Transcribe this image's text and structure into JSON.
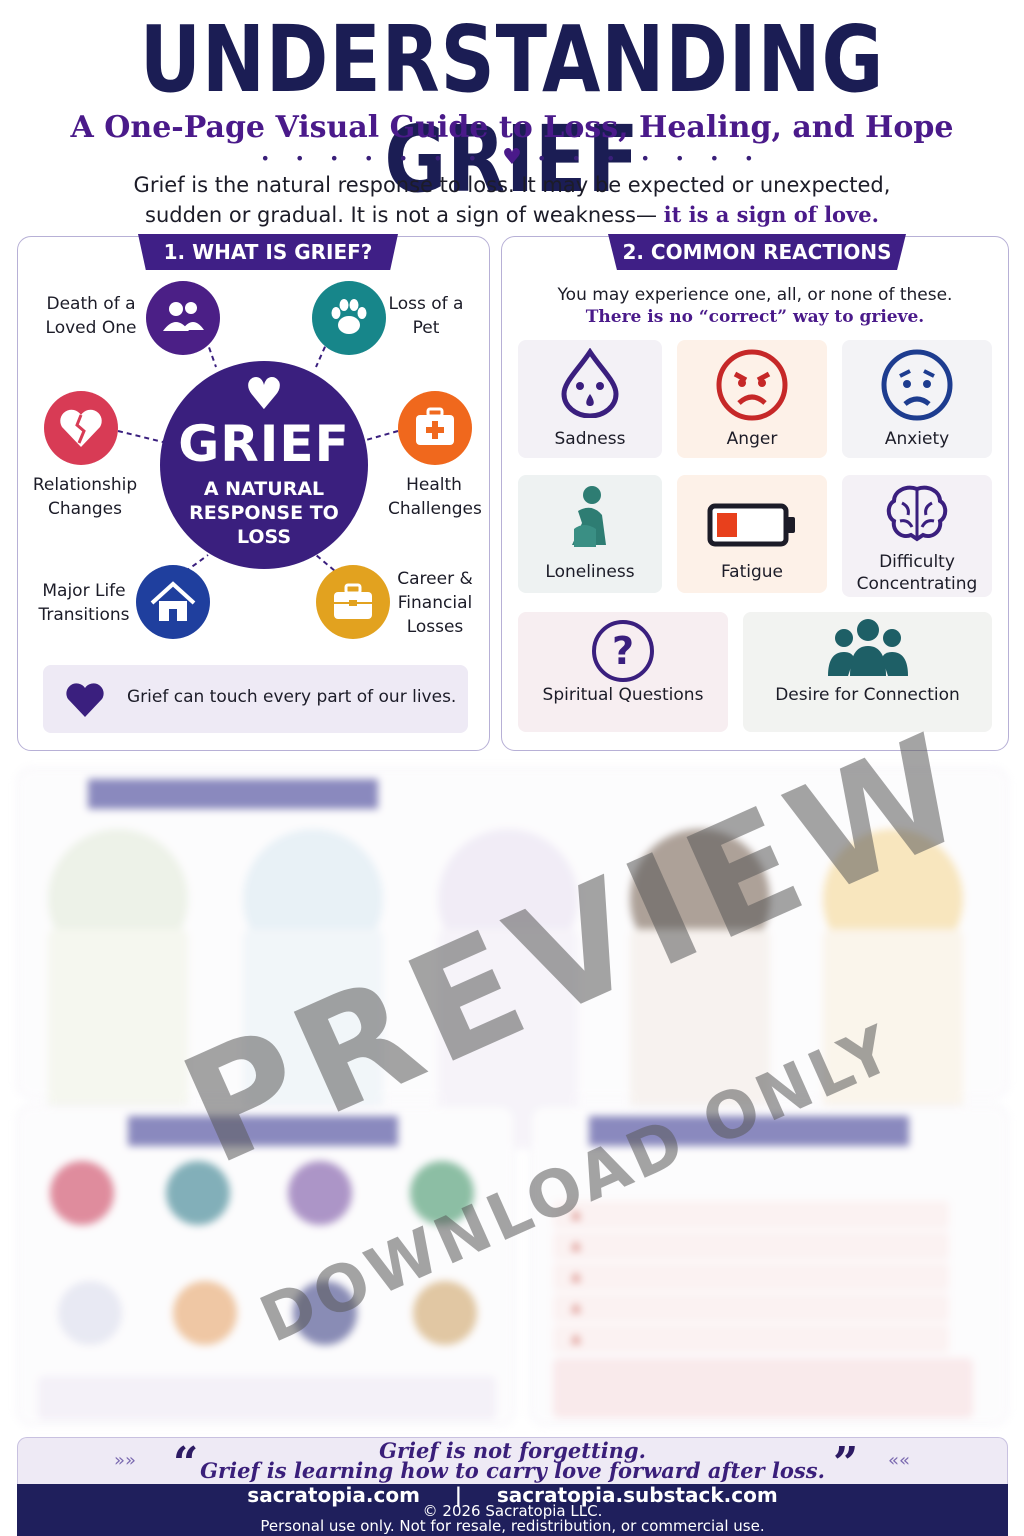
{
  "header": {
    "title": "UNDERSTANDING GRIEF",
    "subtitle": "A One-Page Visual Guide to Loss, Healing, and Hope",
    "intro_line1": "Grief is the natural response to loss. It may be expected or unexpected,",
    "intro_line2": "sudden or gradual. It is not a sign of weakness—",
    "intro_emphasis": "it is a sign of love."
  },
  "what_is_grief": {
    "tab": "1. WHAT IS GRIEF?",
    "hub_title": "GRIEF",
    "hub_subtitle": "A NATURAL RESPONSE TO LOSS",
    "nodes": [
      {
        "label": "Death of a Loved One",
        "icon": "people-icon",
        "color": "#4b1f86"
      },
      {
        "label": "Loss of a Pet",
        "icon": "paw-icon",
        "color": "#17868a"
      },
      {
        "label": "Relationship Changes",
        "icon": "broken-heart-icon",
        "color": "#d83b55"
      },
      {
        "label": "Health Challenges",
        "icon": "first-aid-icon",
        "color": "#f0681d"
      },
      {
        "label": "Major Life Transitions",
        "icon": "house-icon",
        "color": "#1f3f9e"
      },
      {
        "label": "Career & Financial Losses",
        "icon": "briefcase-icon",
        "color": "#e2a21f"
      }
    ],
    "note": "Grief can touch every part of our lives."
  },
  "common_reactions": {
    "tab": "2. COMMON REACTIONS",
    "lead": "You may experience one, all, or none of these.",
    "lead_emphasis": "There is no “correct” way to grieve.",
    "tiles": [
      {
        "label": "Sadness",
        "icon": "teardrop-icon"
      },
      {
        "label": "Anger",
        "icon": "angry-face-icon"
      },
      {
        "label": "Anxiety",
        "icon": "worried-face-icon"
      },
      {
        "label": "Loneliness",
        "icon": "lonely-person-icon"
      },
      {
        "label": "Fatigue",
        "icon": "low-battery-icon"
      },
      {
        "label": "Difficulty Concentrating",
        "icon": "brain-icon"
      },
      {
        "label": "Spiritual Questions",
        "icon": "question-icon"
      },
      {
        "label": "Desire for Connection",
        "icon": "group-icon"
      }
    ]
  },
  "preview": {
    "watermark_line1": "PREVIEW",
    "watermark_line2": "DOWNLOAD ONLY"
  },
  "quote": {
    "line1": "Grief is not forgetting.",
    "line2": "Grief is learning how to carry love forward after loss."
  },
  "footer": {
    "site": "sacratopia.com",
    "separator": "|",
    "substack": "sacratopia.substack.com",
    "copyright": "© 2026 Sacratopia LLC.",
    "terms": "Personal use only. Not for resale, redistribution, or commercial use."
  },
  "colors": {
    "navy": "#1b1d54",
    "purple": "#4a1a8a",
    "hub": "#3a1f7e"
  }
}
